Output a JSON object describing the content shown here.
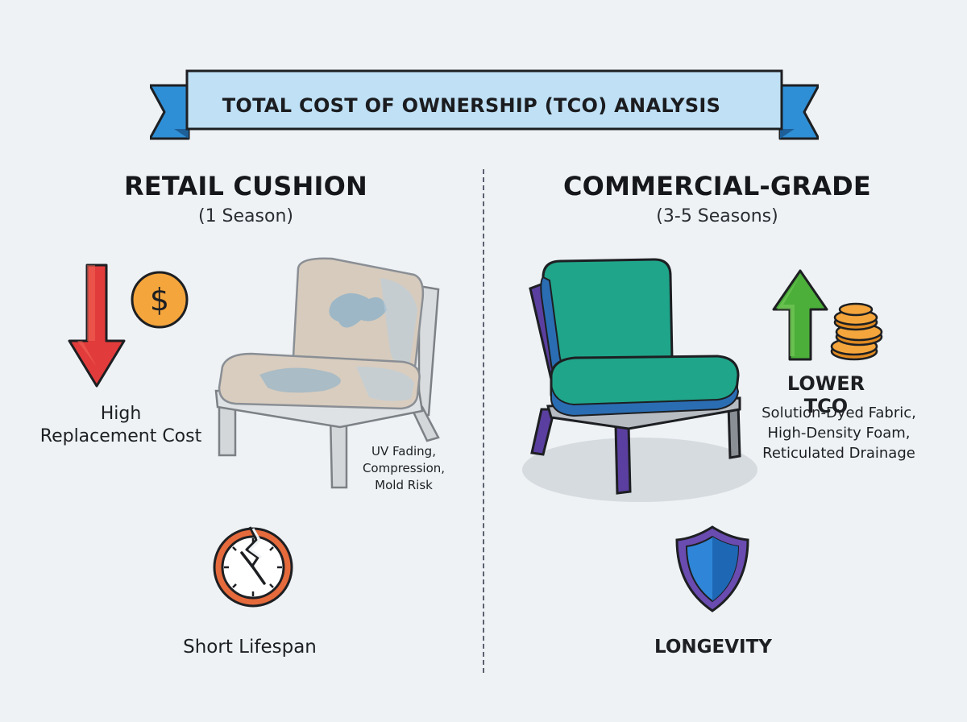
{
  "title": "TOTAL COST OF OWNERSHIP (TCO) ANALYSIS",
  "left": {
    "heading": "RETAIL CUSHION",
    "subheading": "(1 Season)",
    "cost_label_line1": "High",
    "cost_label_line2": "Replacement Cost",
    "defects_line1": "UV Fading,",
    "defects_line2": "Compression,",
    "defects_line3": "Mold Risk",
    "lifespan_label": "Short Lifespan",
    "icons": [
      "down-arrow-icon",
      "dollar-coin-icon",
      "worn-chair-icon",
      "broken-clock-icon"
    ]
  },
  "right": {
    "heading": "COMMERCIAL-GRADE",
    "subheading": "(3-5 Seasons)",
    "tco_label": "LOWER TCO",
    "features_line1": "Solution-Dyed Fabric,",
    "features_line2": "High-Density Foam,",
    "features_line3": "Reticulated Drainage",
    "longevity_label": "LONGEVITY",
    "icons": [
      "up-arrow-icon",
      "coin-stack-icon",
      "new-chair-icon",
      "shield-icon"
    ]
  },
  "colors": {
    "banner": "#bfe0f5",
    "banner_tails": "#2f8fd6",
    "down_arrow": "#e23b3b",
    "up_arrow": "#4caf3a",
    "coin": "#f4a53c",
    "cushion_green": "#1fa58a",
    "cushion_blue": "#2a6db3",
    "frame_purple": "#5b3fa0",
    "shield_blue": "#2f86d9"
  }
}
